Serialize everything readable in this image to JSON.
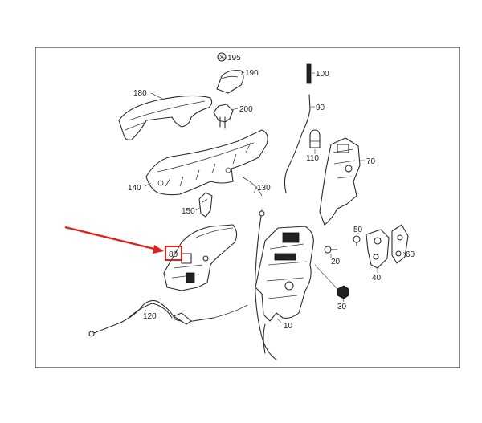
{
  "diagram": {
    "labels": {
      "p195": "195",
      "p190": "190",
      "p100": "100",
      "p180": "180",
      "p90": "90",
      "p200": "200",
      "p110": "110",
      "p70": "70",
      "p140": "140",
      "p130": "130",
      "p150": "150",
      "p50": "50",
      "p60": "60",
      "p80": "80",
      "p20": "20",
      "p40": "40",
      "p30": "30",
      "p120": "120",
      "p10": "10"
    },
    "highlight_color": "#e0201b",
    "arrow_color": "#e0201b",
    "frame_color": "#333333"
  }
}
